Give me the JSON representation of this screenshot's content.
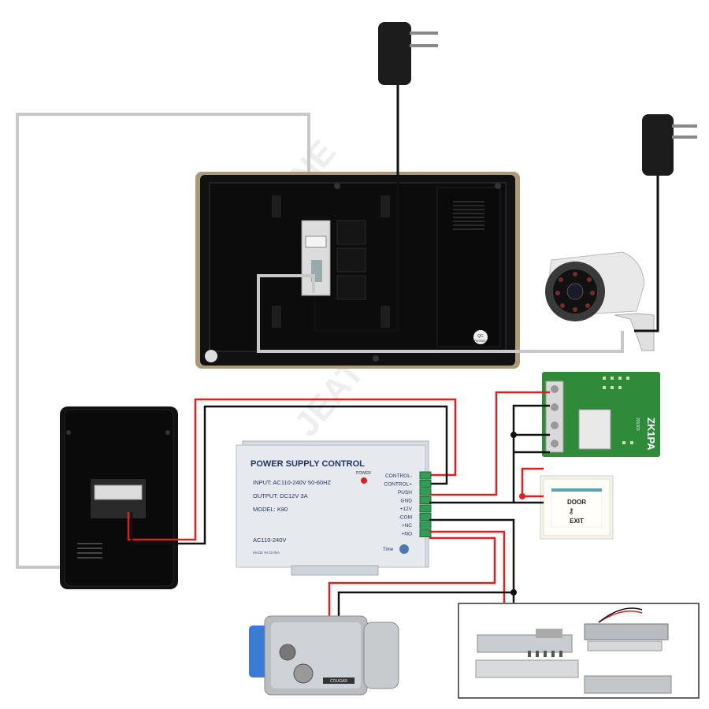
{
  "watermark": "JEATONE",
  "power_supply": {
    "title": "POWER SUPPLY CONTROL",
    "power_label": "POWER",
    "input": "INPUT: AC110-240V  50-60HZ",
    "output": "OUTPUT: DC12V  3A",
    "model": "MODEL: K80",
    "ac": "AC110-240V",
    "made_in": "MADE IN CHINA",
    "time_label": "Time",
    "terminals": [
      "CONTROL-",
      "CONTROL+",
      "PUSH",
      "GND",
      "+12V",
      "-COM",
      "+NC",
      "+NO"
    ]
  },
  "relay_board": {
    "label": "ZK1PA",
    "code": "201203"
  },
  "exit_button": {
    "top": "DOOR",
    "bottom": "EXIT"
  },
  "monitor": {
    "qc_label": "QC",
    "qc_sub": "PASSED"
  },
  "lock": {
    "brand": "COUGAR"
  },
  "colors": {
    "red_wire": "#e02020",
    "black_wire": "#111111",
    "gray_wire": "#c8c8c8",
    "board_green": "#2f8a3a"
  }
}
